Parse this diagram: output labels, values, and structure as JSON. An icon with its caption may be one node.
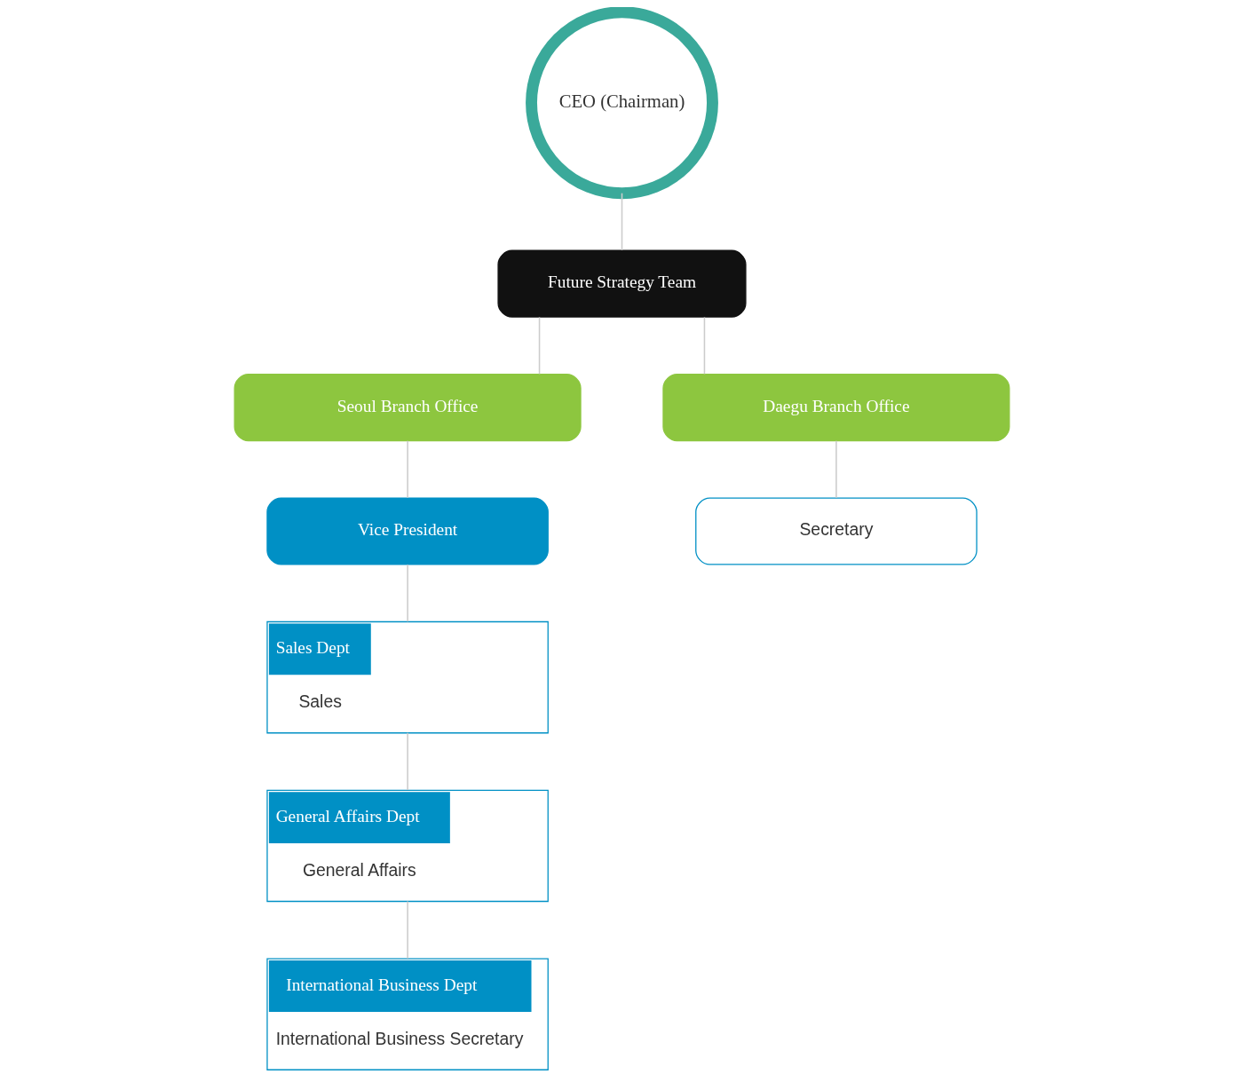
{
  "diagram": {
    "nodes": [
      {
        "text": [
          "CEO (Chairman)"
        ]
      },
      {
        "text": [
          "Future Strategy Team"
        ]
      },
      {
        "text": [
          "Seoul Branch Office"
        ]
      },
      {
        "text": [
          "Daegu Branch Office"
        ]
      },
      {
        "text": [
          "Vice President"
        ]
      },
      {
        "text": [
          "Secretary"
        ]
      },
      {
        "text": [
          "Sales Dept",
          "Sales"
        ]
      },
      {
        "text": [
          "General Affairs Dept",
          "General Affairs"
        ]
      },
      {
        "text": [
          "International Business Dept",
          "International Business Secretary"
        ]
      }
    ],
    "edges": [
      {
        "from": 0,
        "to": 1,
        "arrow": "none"
      },
      {
        "from": 1,
        "to": 2,
        "arrow": "none"
      },
      {
        "from": 1,
        "to": 3,
        "arrow": "none"
      },
      {
        "from": 2,
        "to": 4,
        "arrow": "none"
      },
      {
        "from": 3,
        "to": 5,
        "arrow": "none"
      },
      {
        "from": 4,
        "to": 6,
        "arrow": "none"
      },
      {
        "from": 6,
        "to": 7,
        "arrow": "none"
      },
      {
        "from": 7,
        "to": 8,
        "arrow": "none"
      }
    ]
  }
}
